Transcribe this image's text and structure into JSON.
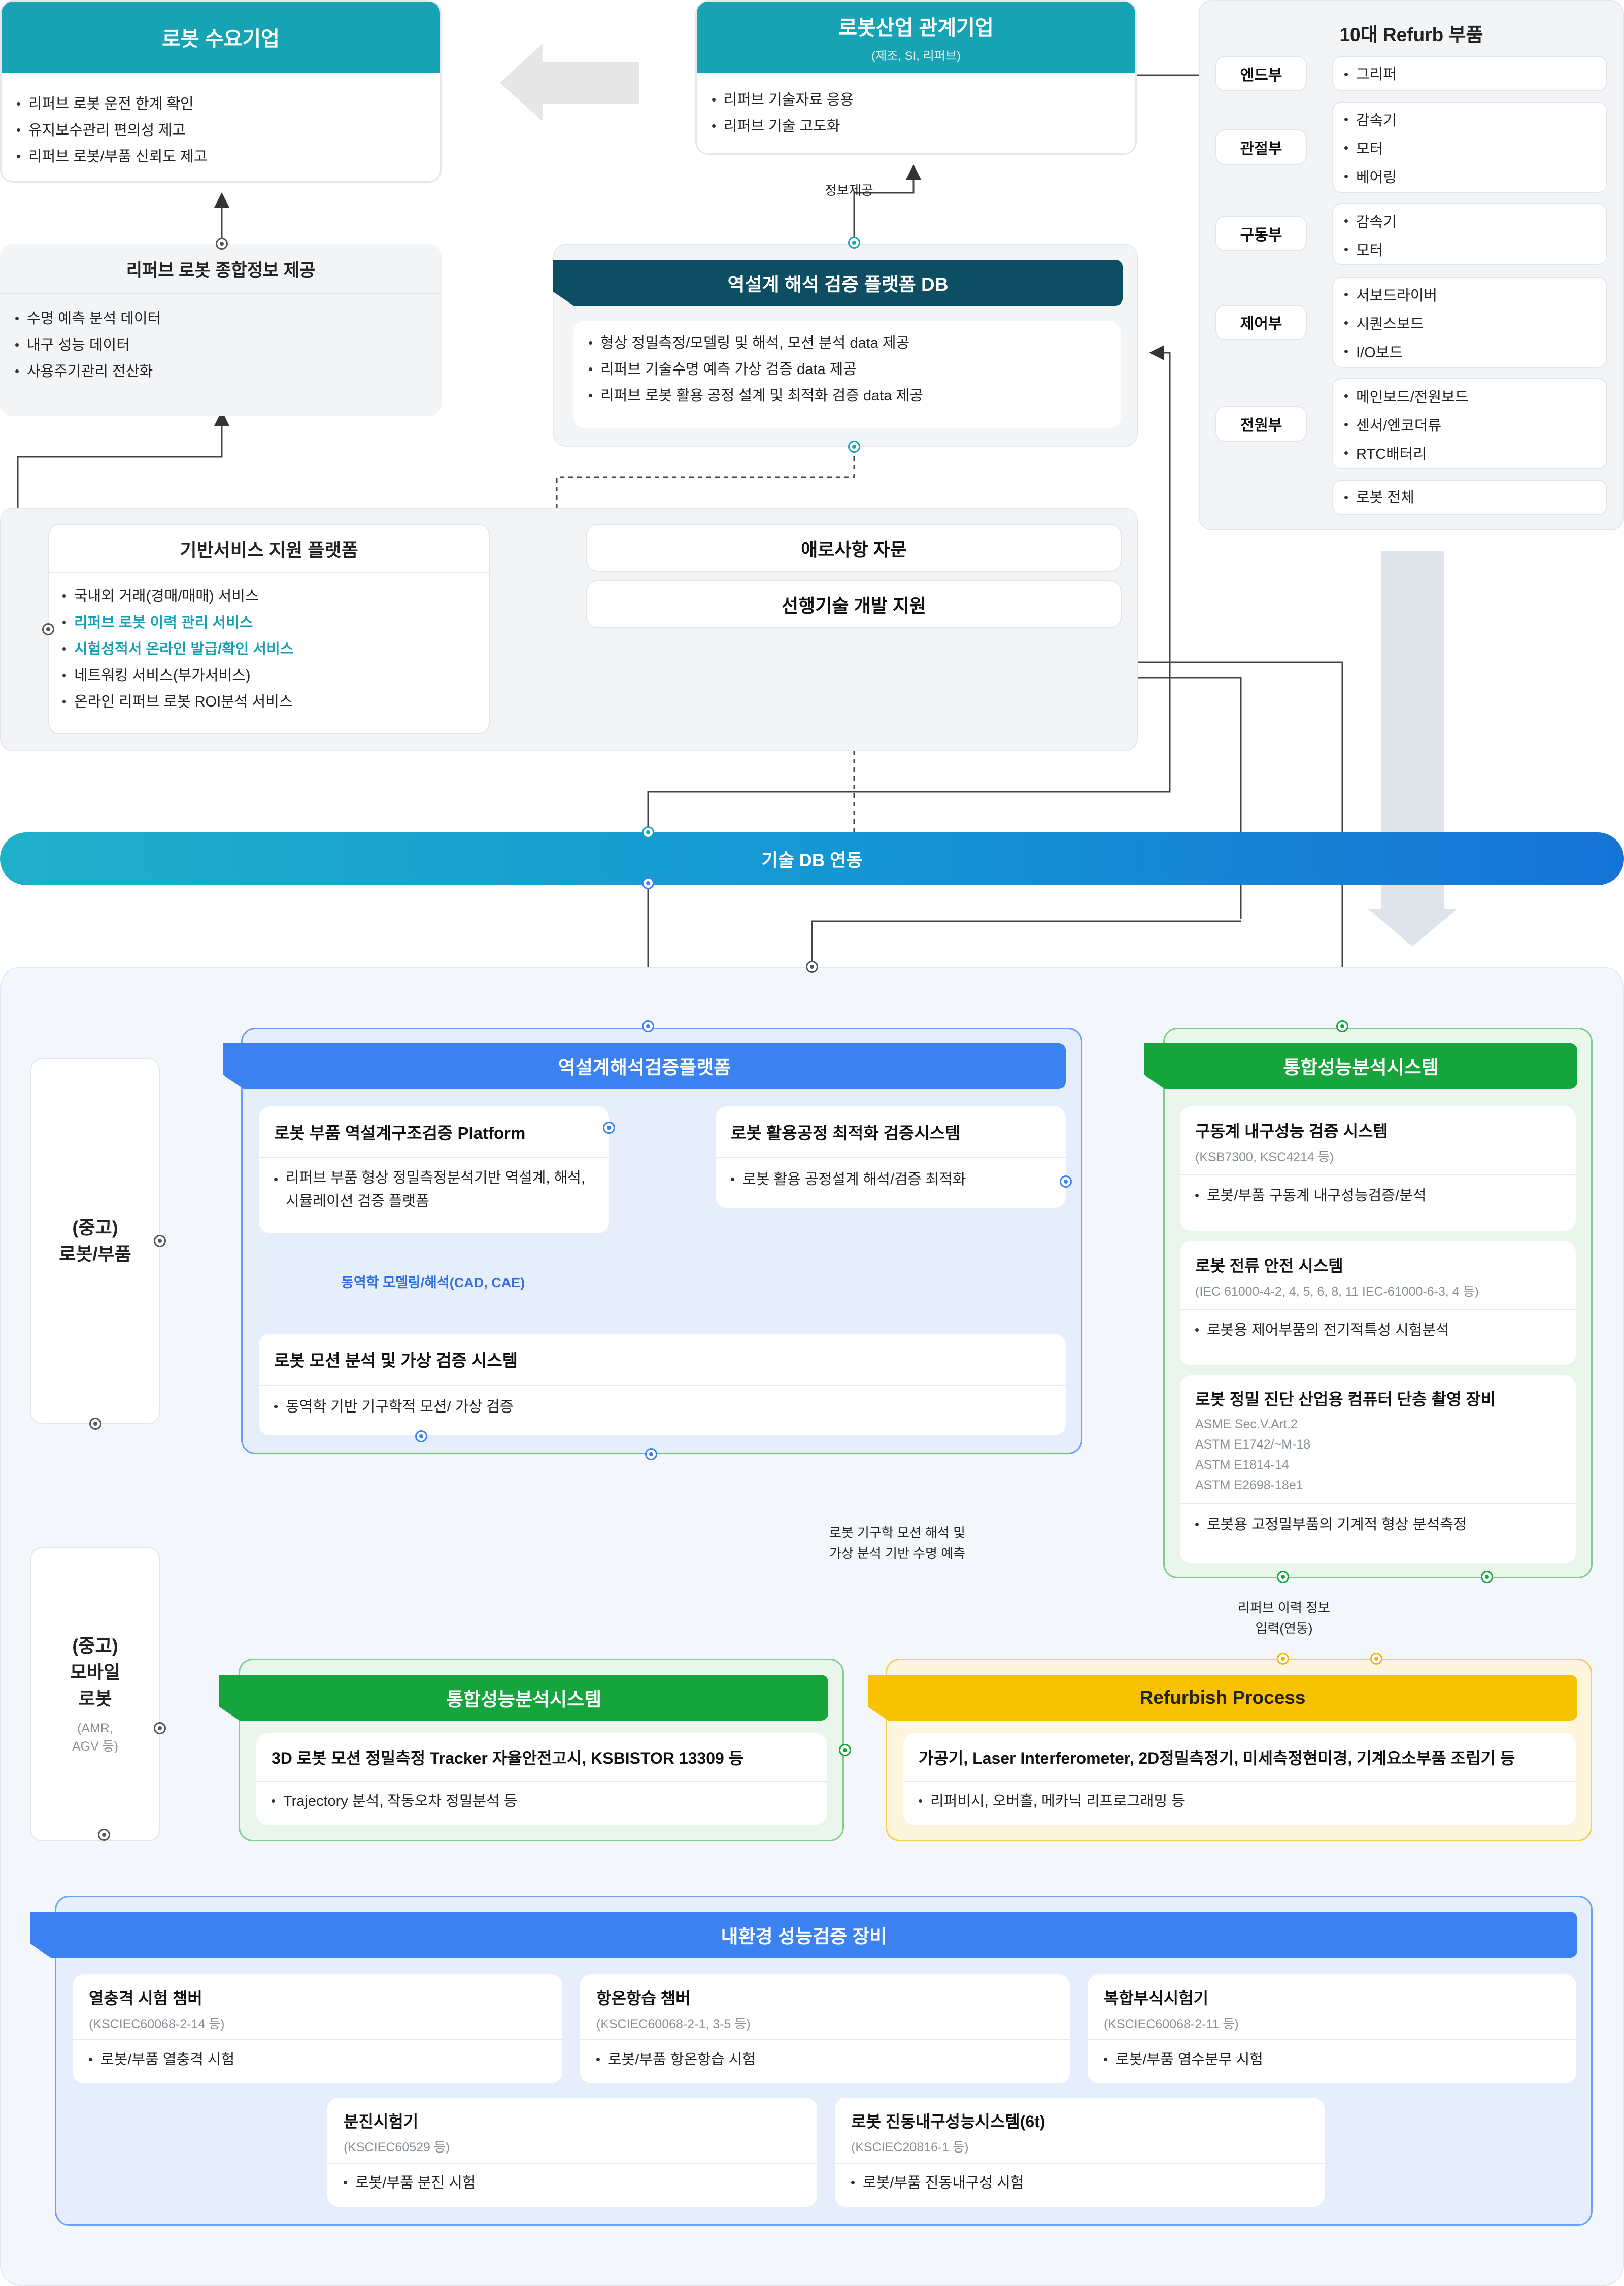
{
  "demand": {
    "title": "로봇 수요기업",
    "items": [
      "리퍼브 로봇 운전 한계 확인",
      "유지보수관리 편의성 제고",
      "리퍼브 로봇/부품 신뢰도 제고"
    ]
  },
  "industry": {
    "title": "로봇산업 관계기업",
    "subtitle": "(제조, SI, 리퍼브)",
    "items": [
      "리퍼브 기술자료 응용",
      "리퍼브 기술 고도화"
    ]
  },
  "info_provide": "정보제공",
  "parts": {
    "title": "10대 Refurb 부품",
    "groups": [
      {
        "label": "엔드부",
        "items": [
          "그리퍼"
        ]
      },
      {
        "label": "관절부",
        "items": [
          "감속기",
          "모터",
          "베어링"
        ]
      },
      {
        "label": "구동부",
        "items": [
          "감속기",
          "모터"
        ]
      },
      {
        "label": "제어부",
        "items": [
          "서보드라이버",
          "시퀀스보드",
          "I/O보드"
        ]
      },
      {
        "label": "전원부",
        "items": [
          "메인보드/전원보드",
          "센서/엔코더류",
          "RTC배터리"
        ]
      }
    ],
    "extra": "로봇 전체"
  },
  "info": {
    "title": "리퍼브 로봇 종합정보 제공",
    "items": [
      "수명 예측 분석 데이터",
      "내구 성능 데이터",
      "사용주기관리 전산화"
    ]
  },
  "revdb": {
    "title": "역설계 해석 검증 플랫폼 DB",
    "items": [
      "형상 정밀측정/모델링 및 해석, 모션 분석 data 제공",
      "리퍼브 기술수명 예측 가상 검증 data 제공",
      "리퍼브 로봇 활용 공정 설계 및 최적화 검증 data 제공"
    ]
  },
  "base": {
    "title": "기반서비스 지원 플랫폼",
    "items": [
      "국내외 거래(경매/매매) 서비스",
      "리퍼브 로봇 이력 관리 서비스",
      "시험성적서 온라인 발급/확인 서비스",
      "네트워킹 서비스(부가서비스)",
      "온라인 리퍼브 로봇 ROI분석 서비스"
    ],
    "consult": "애로사항 자문",
    "advance": "선행기술 개발 지원"
  },
  "techdb": "기술 DB 연동",
  "used_robot": {
    "line1": "(중고)",
    "line2": "로봇/부품"
  },
  "mobile": {
    "line1": "(중고)",
    "line2": "모바일",
    "line3": "로봇",
    "note1": "(AMR,",
    "note2": "AGV 등)"
  },
  "revplat": {
    "title": "역설계해석검증플랫폼",
    "a": {
      "title": "로봇 부품 역설계구조검증 Platform",
      "item": "리퍼브 부품 형상 정밀측정분석기반 역설계, 해석, 시뮬레이션 검증 플랫폼"
    },
    "b": {
      "title": "로봇 활용공정 최적화 검증시스템",
      "item": "로봇 활용 공정설계 해석/검증 최적화"
    },
    "c": {
      "title": "로봇 모션 분석 및 가상 검증 시스템",
      "item": "동역학 기반 기구학적 모션/ 가상 검증"
    },
    "dyn": "동역학 모델링/해석(CAD, CAE)"
  },
  "integ": {
    "title": "통합성능분석시스템",
    "a": {
      "title": "구동계 내구성능 검증 시스템",
      "sub": "(KSB7300, KSC4214 등)",
      "item": "로봇/부품 구동계 내구성능검증/분석"
    },
    "b": {
      "title": "로봇 전류 안전 시스템",
      "sub": "(IEC 61000-4-2, 4, 5, 6, 8, 11 IEC-61000-6-3, 4 등)",
      "item": "로봇용 제어부품의 전기적특성 시험분석"
    },
    "c": {
      "title": "로봇 정밀 진단 산업용 컴퓨터 단층 촬영 장비",
      "subs": [
        "ASME Sec.V.Art.2",
        "ASTM E1742/~M-18",
        "ASTM E1814-14",
        "ASTM E2698-18e1"
      ],
      "item": "로봇용 고정밀부품의 기계적 형상 분석측정"
    }
  },
  "motion_note": {
    "l1": "로봇 기구학 모션 해석 및",
    "l2": "가상 분석 기반 수명 예측"
  },
  "history_note": {
    "l1": "리퍼브 이력 정보",
    "l2": "입력(연동)"
  },
  "integ2": {
    "title": "통합성능분석시스템",
    "box": "3D 로봇 모션 정밀측정 Tracker 자율안전고시, KSBISTOR 13309 등",
    "item": "Trajectory 분석, 작동오차 정밀분석 등"
  },
  "refurb": {
    "title": "Refurbish Process",
    "box": "가공기, Laser Interferometer, 2D정밀측정기, 미세측정현미경, 기계요소부품 조립기 등",
    "item": "리퍼비시, 오버홀, 메카닉 리프로그래밍 등"
  },
  "env": {
    "title": "내환경 성능검증 장비",
    "cards": [
      {
        "title": "열충격 시험 챔버",
        "sub": "(KSCIEC60068-2-14 등)",
        "item": "로봇/부품 열충격 시험"
      },
      {
        "title": "항온항습 챔버",
        "sub": "(KSCIEC60068-2-1, 3-5 등)",
        "item": "로봇/부품 항온항습 시험"
      },
      {
        "title": "복합부식시험기",
        "sub": "(KSCIEC60068-2-11 등)",
        "item": "로봇/부품 염수분무 시험"
      },
      {
        "title": "분진시험기",
        "sub": "(KSCIEC60529 등)",
        "item": "로봇/부품 분진 시험"
      },
      {
        "title": "로봇 진동내구성능시스템(6t)",
        "sub": "(KSCIEC20816-1 등)",
        "item": "로봇/부품 진동내구성 시험"
      }
    ]
  }
}
